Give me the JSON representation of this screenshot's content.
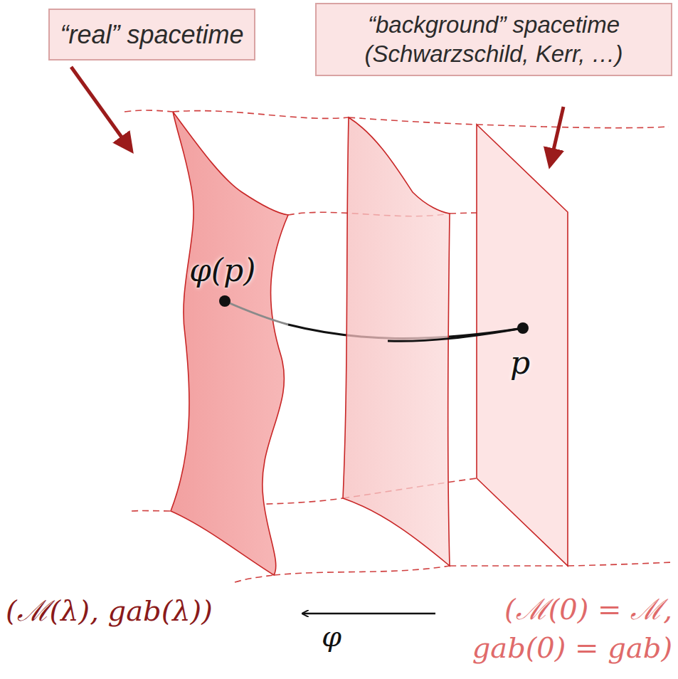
{
  "diagram": {
    "nodes": [
      {
        "text": [
          "“real” spacetime"
        ]
      },
      {
        "text": [
          "“background” spacetime (Schwarzschild, Kerr, …)"
        ]
      }
    ],
    "labels": [
      "φ(p)",
      "p",
      "(ℳ(λ), gab(λ))",
      "φ",
      "(ℳ(0) = ℳ,",
      "gab(0) = gab)"
    ]
  }
}
